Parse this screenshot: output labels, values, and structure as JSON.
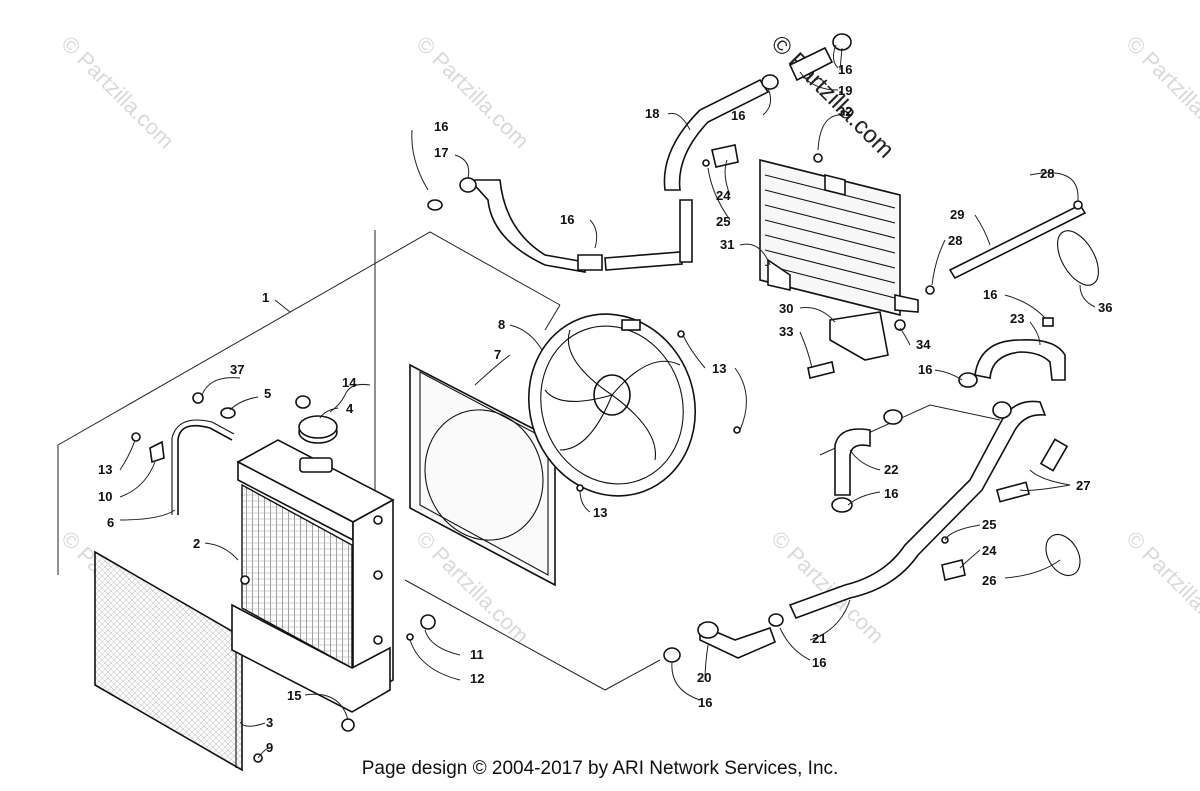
{
  "watermark": {
    "text": "© Partzilla.com"
  },
  "footer": {
    "text": "Page design © 2004-2017 by ARI Network Services, Inc."
  },
  "callouts": [
    "1",
    "2",
    "3",
    "4",
    "5",
    "6",
    "7",
    "8",
    "9",
    "10",
    "11",
    "12",
    "13",
    "14",
    "15",
    "16",
    "17",
    "18",
    "19",
    "20",
    "21",
    "22",
    "23",
    "24",
    "25",
    "26",
    "27",
    "28",
    "29",
    "30",
    "31",
    "32",
    "33",
    "34",
    "36",
    "37"
  ]
}
